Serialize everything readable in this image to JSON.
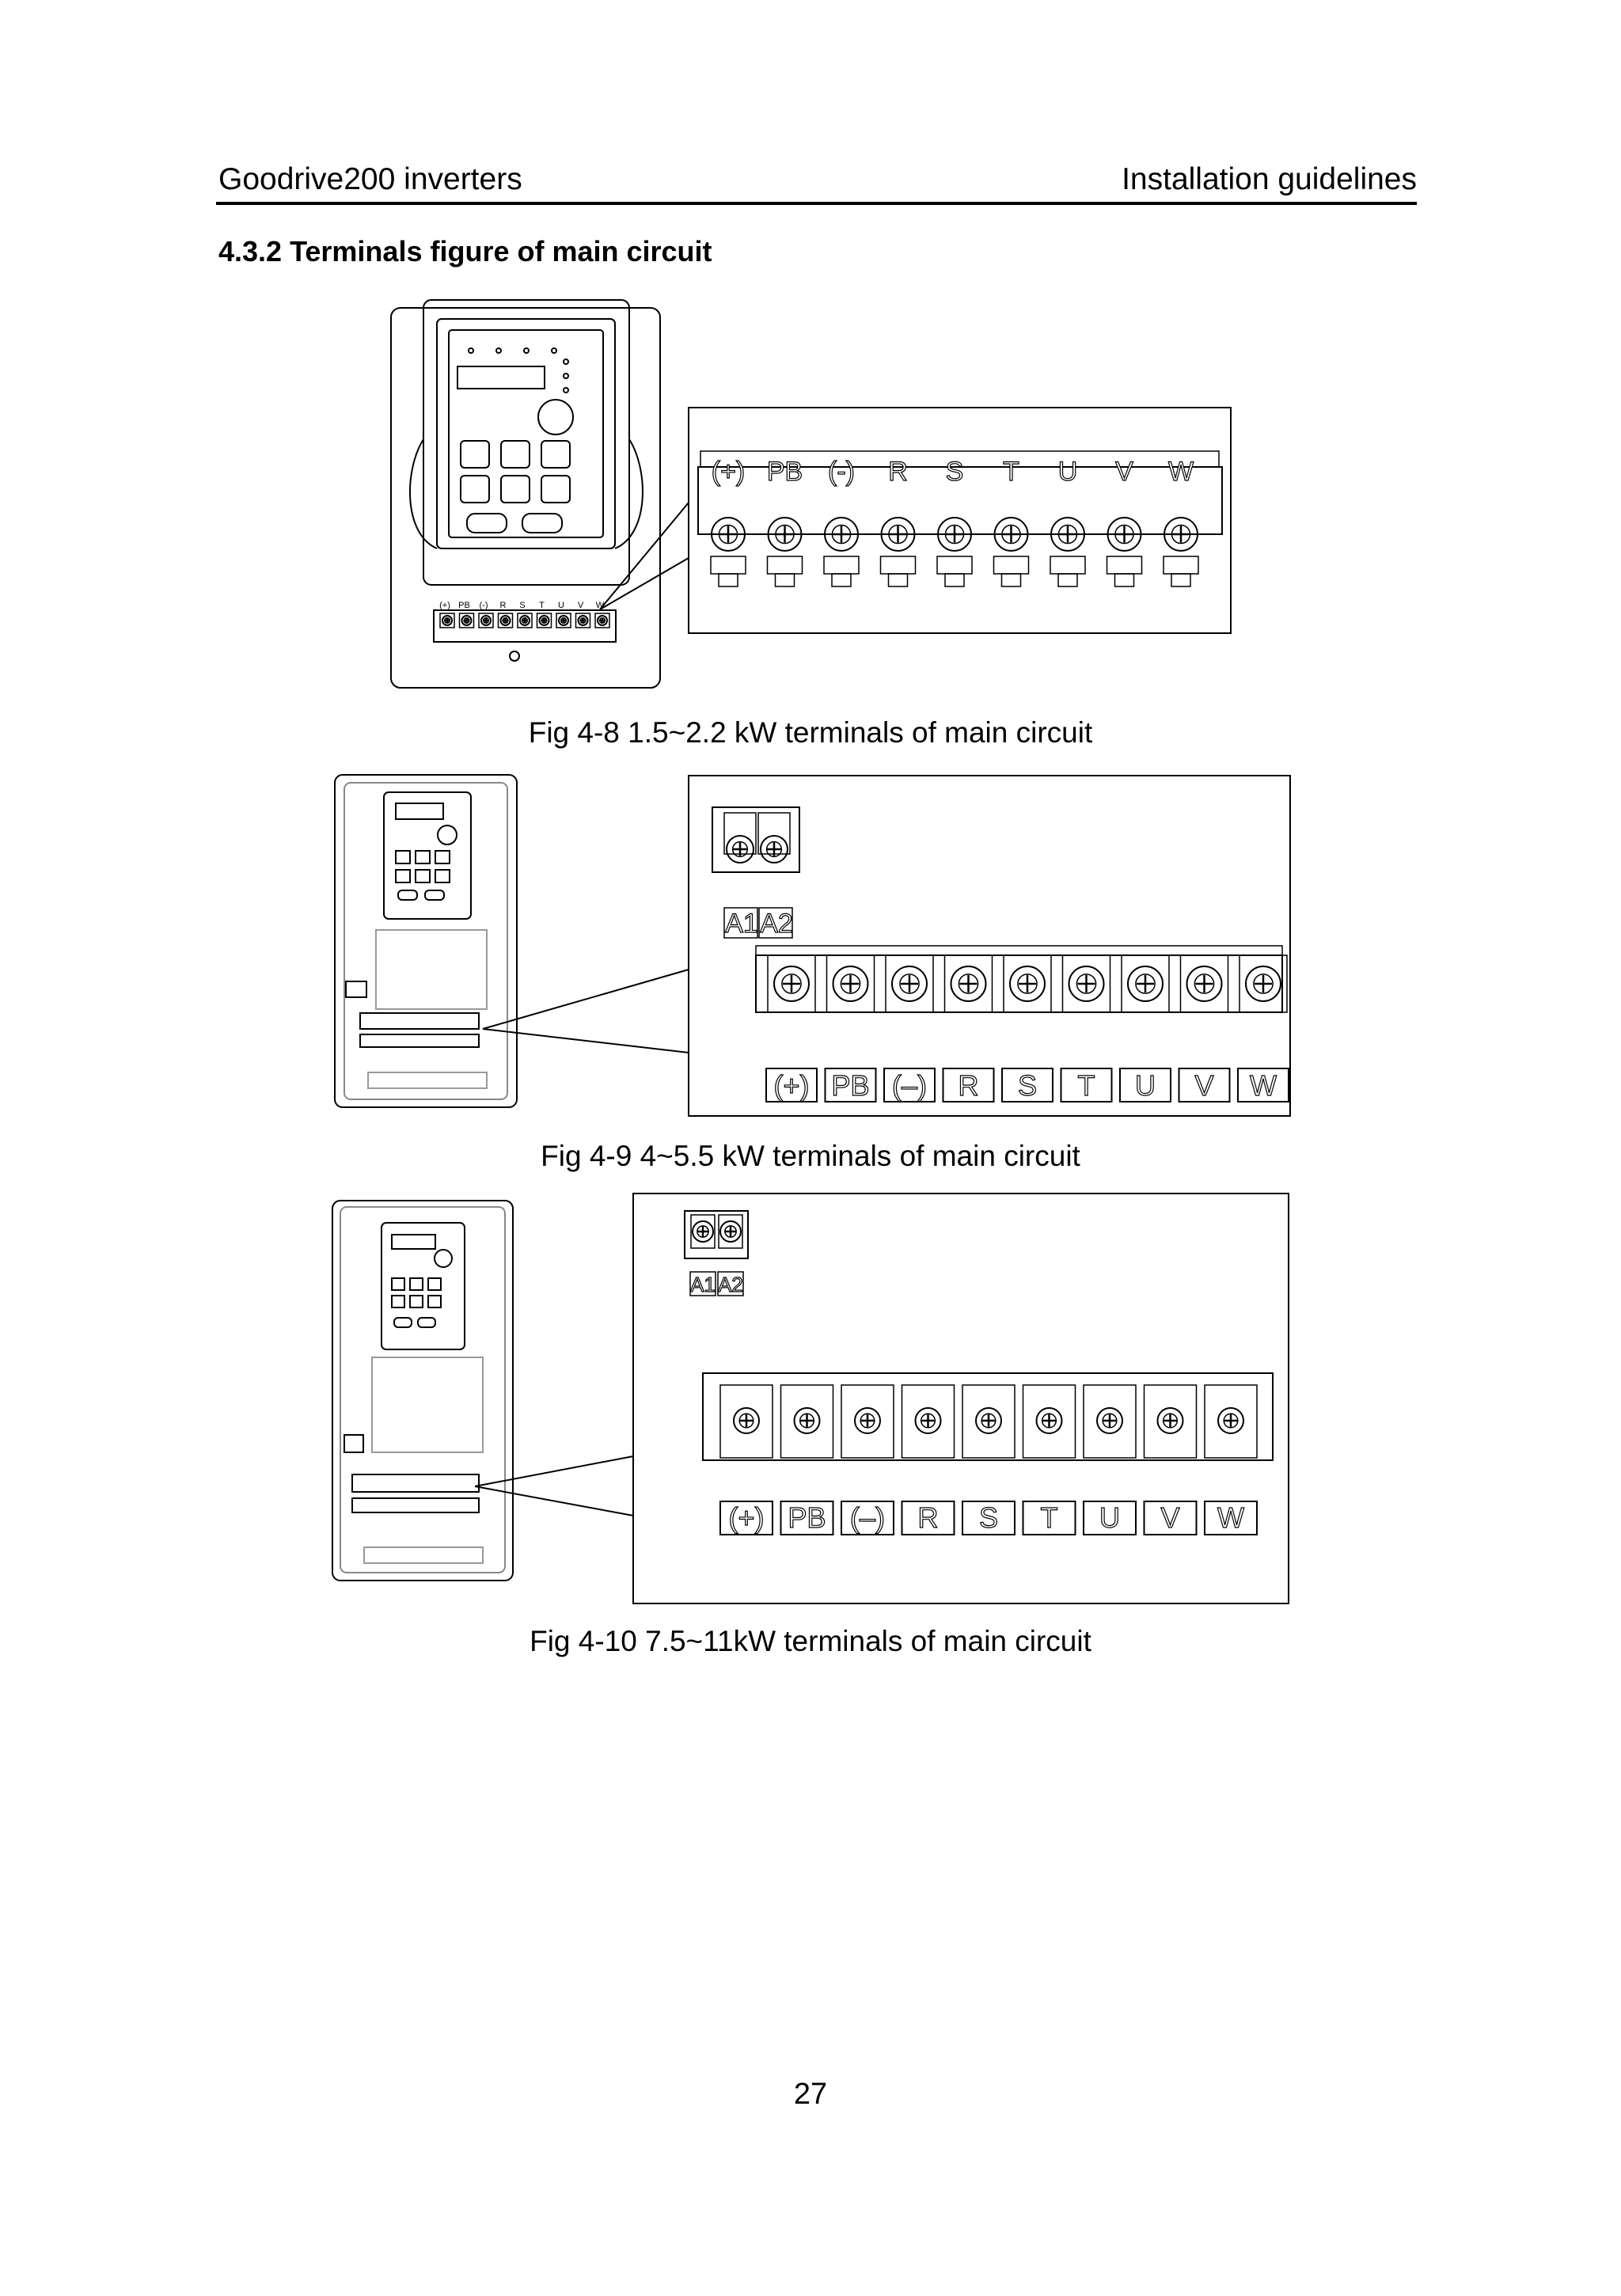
{
  "header": {
    "left": "Goodrive200 inverters",
    "right": "Installation guidelines"
  },
  "section": {
    "title": "4.3.2 Terminals figure of main circuit"
  },
  "figures": [
    {
      "caption": "Fig 4-8 1.5~2.2 kW terminals of main circuit"
    },
    {
      "caption": "Fig 4-9 4~5.5 kW terminals of main circuit"
    },
    {
      "caption": "Fig 4-10 7.5~11kW terminals of main circuit"
    }
  ],
  "terminals": {
    "main": [
      "(+)",
      "PB",
      "(-)",
      "R",
      "S",
      "T",
      "U",
      "V",
      "W"
    ],
    "main_big": [
      "(+)",
      "PB",
      "(–)",
      "R",
      "S",
      "T",
      "U",
      "V",
      "W"
    ],
    "aux": [
      "A1",
      "A2"
    ]
  },
  "footer": {
    "page": "27"
  }
}
